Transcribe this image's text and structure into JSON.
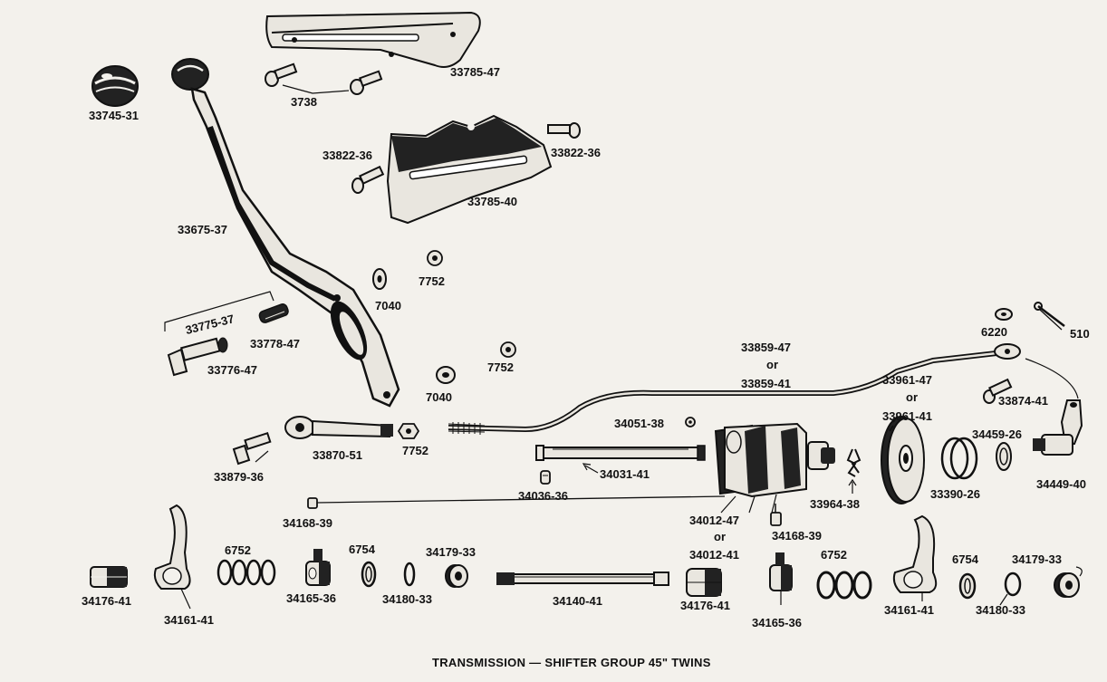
{
  "caption": "TRANSMISSION — SHIFTER GROUP 45\" TWINS",
  "labels": {
    "p33745_31": "33745-31",
    "p3738": "3738",
    "p33785_47": "33785-47",
    "p33822_36_left": "33822-36",
    "p33822_36_right": "33822-36",
    "p33785_40": "33785-40",
    "p33675_37": "33675-37",
    "p7752_a": "7752",
    "p7040_a": "7040",
    "p33775_37": "33775-37",
    "p33778_47": "33778-47",
    "p33776_47": "33776-47",
    "p7752_b": "7752",
    "p7040_b": "7040",
    "p33859_47": "33859-47",
    "or_1": "or",
    "p33859_41": "33859-41",
    "p6220": "6220",
    "p510": "510",
    "p33961_47": "33961-47",
    "or_2": "or",
    "p33961_41": "33961-41",
    "p33874_41": "33874-41",
    "p34459_26": "34459-26",
    "p33870_51": "33870-51",
    "p7752_c": "7752",
    "p33879_36": "33879-36",
    "p34051_38": "34051-38",
    "p34031_41": "34031-41",
    "p34036_36": "34036-36",
    "p34168_39_left": "34168-39",
    "p34012_47": "34012-47",
    "or_3": "or",
    "p34012_41": "34012-41",
    "p34168_39_right": "34168-39",
    "p33964_38": "33964-38",
    "p33390_26": "33390-26",
    "p34449_40": "34449-40",
    "p6752_left": "6752",
    "p6754_left": "6754",
    "p34179_33_left": "34179-33",
    "p34176_41_left": "34176-41",
    "p34161_41_left": "34161-41",
    "p34165_36_left": "34165-36",
    "p34180_33_left": "34180-33",
    "p34140_41": "34140-41",
    "p34176_41_right": "34176-41",
    "p34165_36_right": "34165-36",
    "p6752_right": "6752",
    "p6754_right": "6754",
    "p34179_33_right": "34179-33",
    "p34161_41_right": "34161-41",
    "p34180_33_right": "34180-33"
  }
}
